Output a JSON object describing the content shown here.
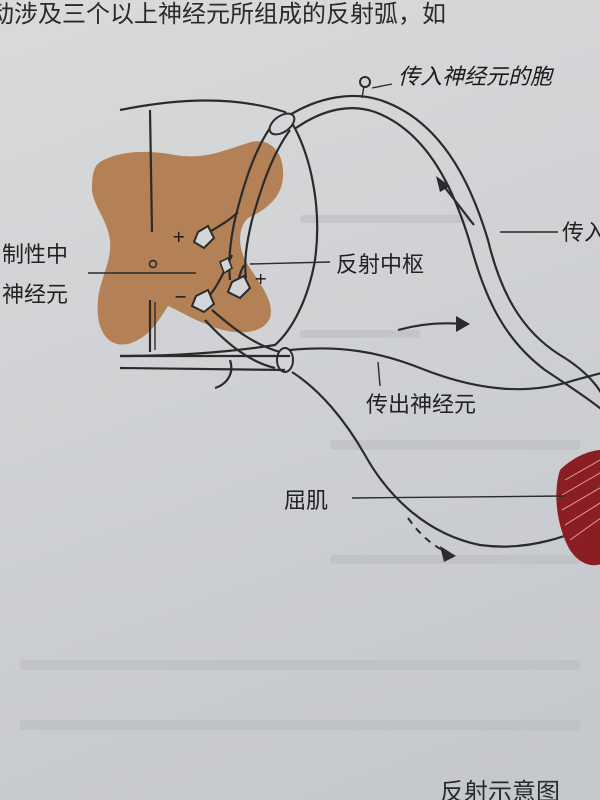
{
  "top_text": "动涉及三个以上神经元所组成的反射弧，如",
  "handwritten_note": "传入神经元的胞",
  "labels": {
    "inhibitory_interneuron_line1": "制性中",
    "inhibitory_interneuron_line2": "神经元",
    "reflex_center": "反射中枢",
    "afferent": "传入",
    "efferent_neuron": "传出神经元",
    "flexor": "屈肌",
    "bottom_caption": "反射示意图"
  },
  "signs": {
    "plus_upper": "+",
    "plus_right": "+",
    "minus_lower": "−"
  },
  "colors": {
    "gray_matter": "#b07a4a",
    "paper": "#d3d5d8",
    "ink": "#2b2b2b",
    "muscle": "#8a1e22"
  }
}
